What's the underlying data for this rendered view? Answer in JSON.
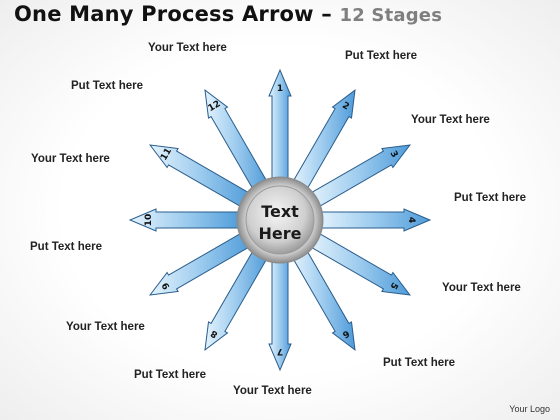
{
  "title": {
    "main": "One Many Process Arrow",
    "dash": " – ",
    "sub": "12 Stages"
  },
  "hub": {
    "line1": "Text",
    "line2": "Here"
  },
  "stages": [
    {
      "num": "1",
      "label": "Your Text  here"
    },
    {
      "num": "2",
      "label": "Put Text  here"
    },
    {
      "num": "3",
      "label": "Your Text here"
    },
    {
      "num": "4",
      "label": "Put Text here"
    },
    {
      "num": "5",
      "label": "Your Text here"
    },
    {
      "num": "6",
      "label": "Put Text here"
    },
    {
      "num": "7",
      "label": "Your Text here"
    },
    {
      "num": "8",
      "label": "Put Text  here"
    },
    {
      "num": "9",
      "label": "Your Text  here"
    },
    {
      "num": "10",
      "label": "Put Text  here"
    },
    {
      "num": "11",
      "label": "Your Text  here"
    },
    {
      "num": "12",
      "label": "Put Text  here"
    }
  ],
  "logo": "Your Logo",
  "colors": {
    "arrow_light": "#dbeefb",
    "arrow_dark": "#4f9bd9",
    "arrow_stroke": "#2a5d8c",
    "hub_ring": "#a8a8a8"
  }
}
